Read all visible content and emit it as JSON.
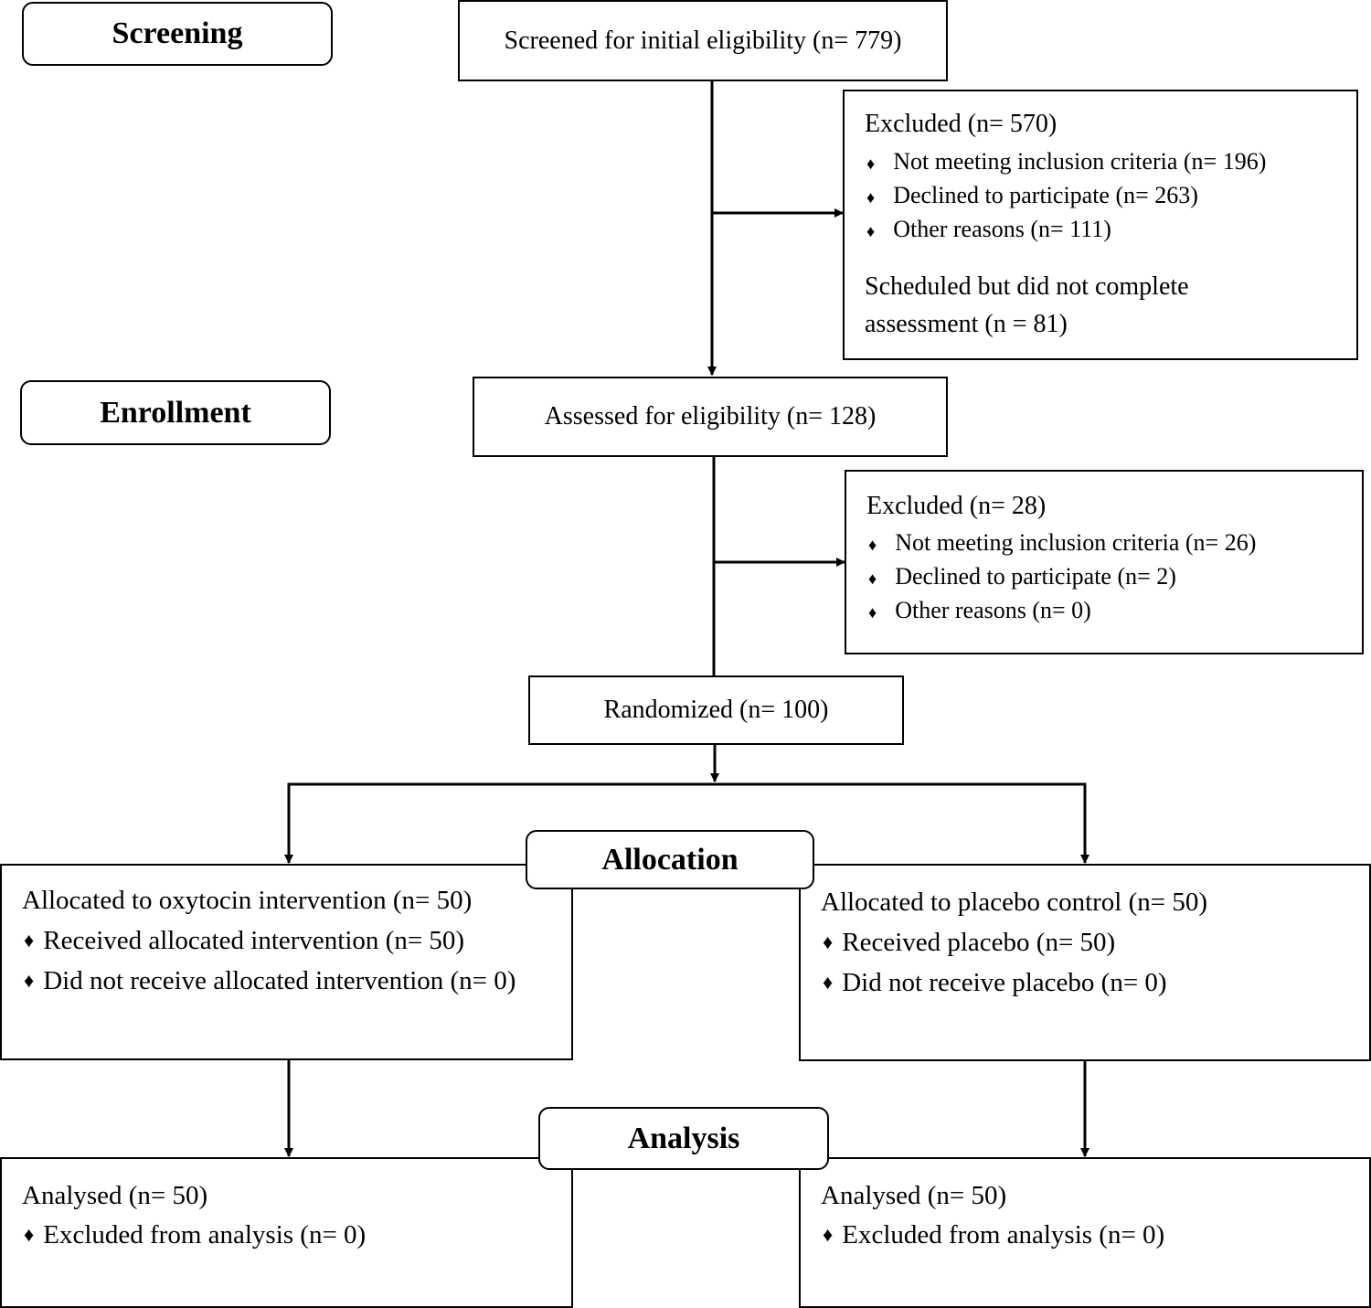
{
  "stages": {
    "screening": "Screening",
    "enrollment": "Enrollment",
    "allocation": "Allocation",
    "analysis": "Analysis"
  },
  "screened": "Screened for initial eligibility (n= 779)",
  "excluded1": {
    "title": "Excluded (n= 570)",
    "items": [
      "Not meeting inclusion criteria (n= 196)",
      "Declined to participate (n= 263)",
      "Other reasons (n= 111)"
    ],
    "note_line1": "Scheduled but did not complete",
    "note_line2": "assessment (n = 81)"
  },
  "assessed": "Assessed for eligibility (n= 128)",
  "excluded2": {
    "title": "Excluded (n= 28)",
    "items": [
      "Not meeting inclusion criteria (n= 26)",
      "Declined to participate (n= 2)",
      "Other reasons (n= 0)"
    ]
  },
  "randomized": "Randomized (n= 100)",
  "alloc_left": {
    "title": "Allocated to oxytocin intervention (n= 50)",
    "items": [
      "Received allocated intervention (n= 50)",
      "Did not receive allocated intervention (n= 0)"
    ]
  },
  "alloc_right": {
    "title": "Allocated to placebo control (n= 50)",
    "items": [
      "Received placebo (n= 50)",
      "Did not receive placebo (n= 0)"
    ]
  },
  "analysis_left": {
    "title": "Analysed (n= 50)",
    "items": [
      "Excluded from analysis (n= 0)"
    ]
  },
  "analysis_right": {
    "title": "Analysed (n= 50)",
    "items": [
      "Excluded from analysis (n= 0)"
    ]
  },
  "bullet_glyph": "♦"
}
